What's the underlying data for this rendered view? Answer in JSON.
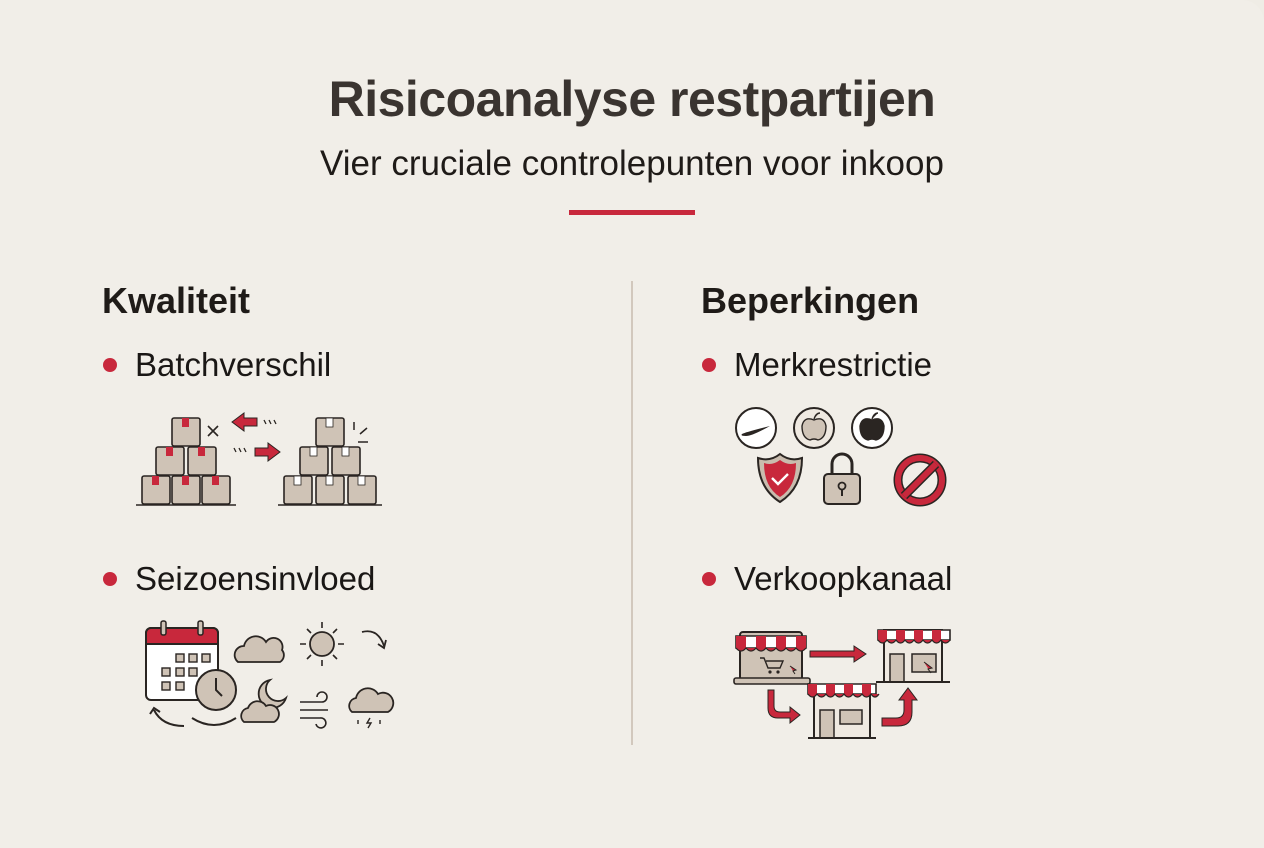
{
  "header": {
    "title": "Risicoanalyse restpartijen",
    "subtitle": "Vier cruciale controlepunten voor inkoop"
  },
  "colors": {
    "accent": "#c8283c",
    "background": "#f1eee8",
    "box_fill": "#cfc3b6",
    "outline": "#2a2522",
    "divider": "#d2c8bd"
  },
  "sections": [
    {
      "title": "Kwaliteit",
      "items": [
        {
          "label": "Batchverschil",
          "illustration": "mismatched-box-stacks-icon"
        },
        {
          "label": "Seizoensinvloed",
          "illustration": "calendar-weather-icon"
        }
      ]
    },
    {
      "title": "Beperkingen",
      "items": [
        {
          "label": "Merkrestrictie",
          "illustration": "brand-restriction-icons"
        },
        {
          "label": "Verkoopkanaal",
          "illustration": "sales-channel-stores-icon"
        }
      ]
    }
  ]
}
